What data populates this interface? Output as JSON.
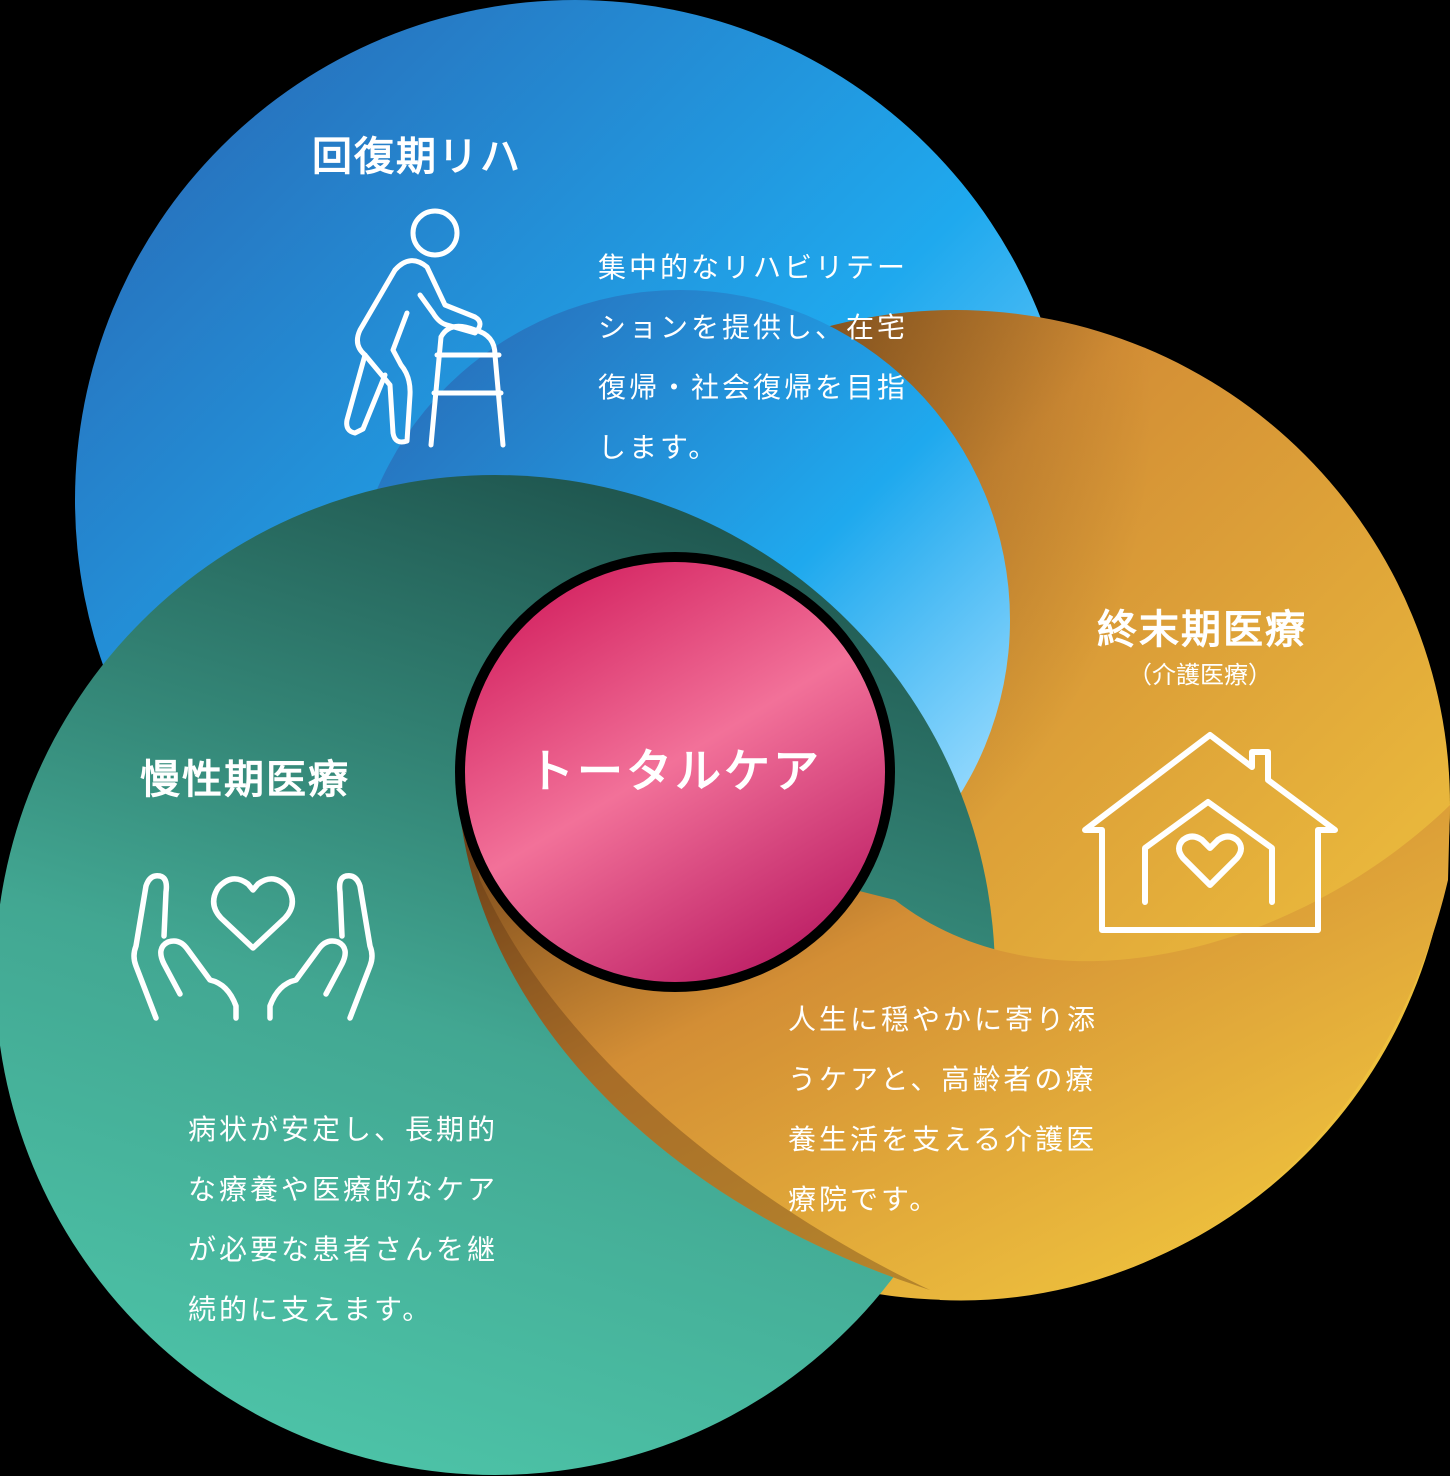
{
  "center": {
    "label": "トータルケア",
    "color": "#E8538A"
  },
  "sections": {
    "recovery": {
      "title": "回復期リハ",
      "icon": "walker-person-icon",
      "description_lines": [
        "集中的なリハビリテー",
        "ションを提供し、在宅",
        "復帰・社会復帰を目指",
        "します。"
      ],
      "color_start": "#2A6CB8",
      "color_end": "#ADE2FF"
    },
    "terminal": {
      "title": "終末期医療",
      "subtitle": "（介護医療）",
      "icon": "house-heart-icon",
      "description_lines": [
        "人生に穏やかに寄り添",
        "うケアと、高齢者の療",
        "養生活を支える介護医",
        "療院です。"
      ],
      "color_start": "#8A5420",
      "color_end": "#F2C53E"
    },
    "chronic": {
      "title": "慢性期医療",
      "icon": "hands-heart-icon",
      "description_lines": [
        "病状が安定し、長期的",
        "な療養や医療的なケア",
        "が必要な患者さんを継",
        "続的に支えます。"
      ],
      "color_start": "#235B52",
      "color_end": "#4BC0A6"
    }
  }
}
